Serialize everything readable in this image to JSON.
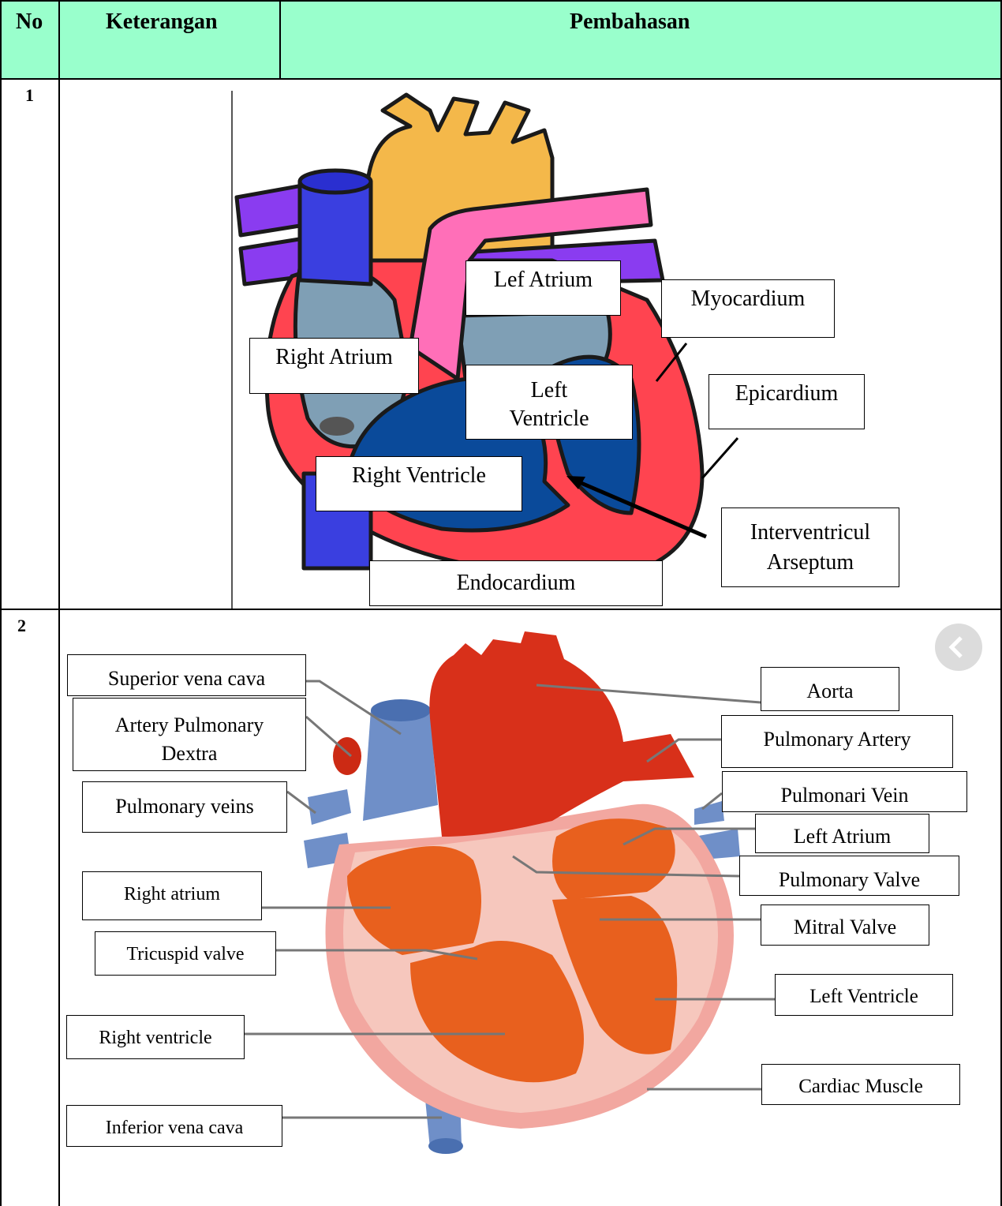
{
  "table": {
    "headers": {
      "no": "No",
      "keterangan": "Keterangan",
      "pembahasan": "Pembahasan"
    },
    "rows": [
      {
        "no": "1"
      },
      {
        "no": "2"
      }
    ]
  },
  "diagram1_labels": {
    "lef_atrium": "Lef Atrium",
    "myocardium": "Myocardium",
    "right_atrium": "Right Atrium",
    "left_ventricle_l1": "Left",
    "left_ventricle_l2": "Ventricle",
    "epicardium": "Epicardium",
    "right_ventricle": "Right Ventricle",
    "interventricul_l1": "Interventricul",
    "interventricul_l2": "Arseptum",
    "endocardium": "Endocardium"
  },
  "diagram2_labels": {
    "superior_vena_cava": "Superior vena cava",
    "artery_pulmonary_l1": "Artery Pulmonary",
    "artery_pulmonary_l2": "Dextra",
    "pulmonary_veins": "Pulmonary veins",
    "right_atrium": "Right atrium",
    "tricuspid_valve": "Tricuspid valve",
    "right_ventricle": "Right ventricle",
    "inferior_vena_cava": "Inferior vena cava",
    "aorta": "Aorta",
    "pulmonary_artery": "Pulmonary Artery",
    "pulmonari_vein": "Pulmonari Vein",
    "left_atrium": "Left Atrium",
    "pulmonary_valve": "Pulmonary Valve",
    "mitral_valve": "Mitral Valve",
    "left_ventricle": "Left Ventricle",
    "cardiac_muscle": "Cardiac Muscle"
  }
}
